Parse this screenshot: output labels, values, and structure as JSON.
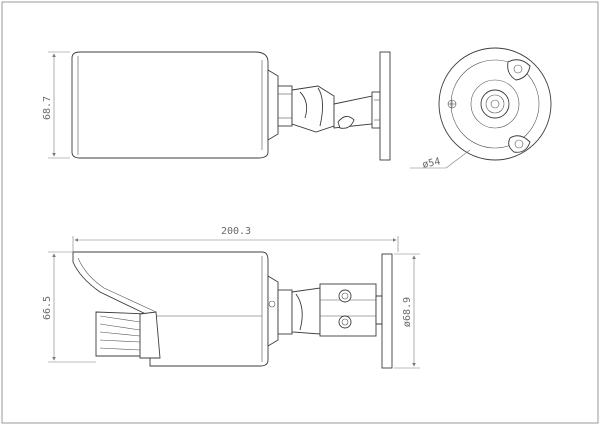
{
  "dimensions": {
    "top_view_height": "68.7",
    "back_view_diameter": "ø54",
    "total_length": "200.3",
    "side_view_height": "66.5",
    "mount_diameter": "ø68.9"
  },
  "colors": {
    "line": "#3c3c3c",
    "dimension": "#7a7a7a",
    "background": "#ffffff"
  }
}
